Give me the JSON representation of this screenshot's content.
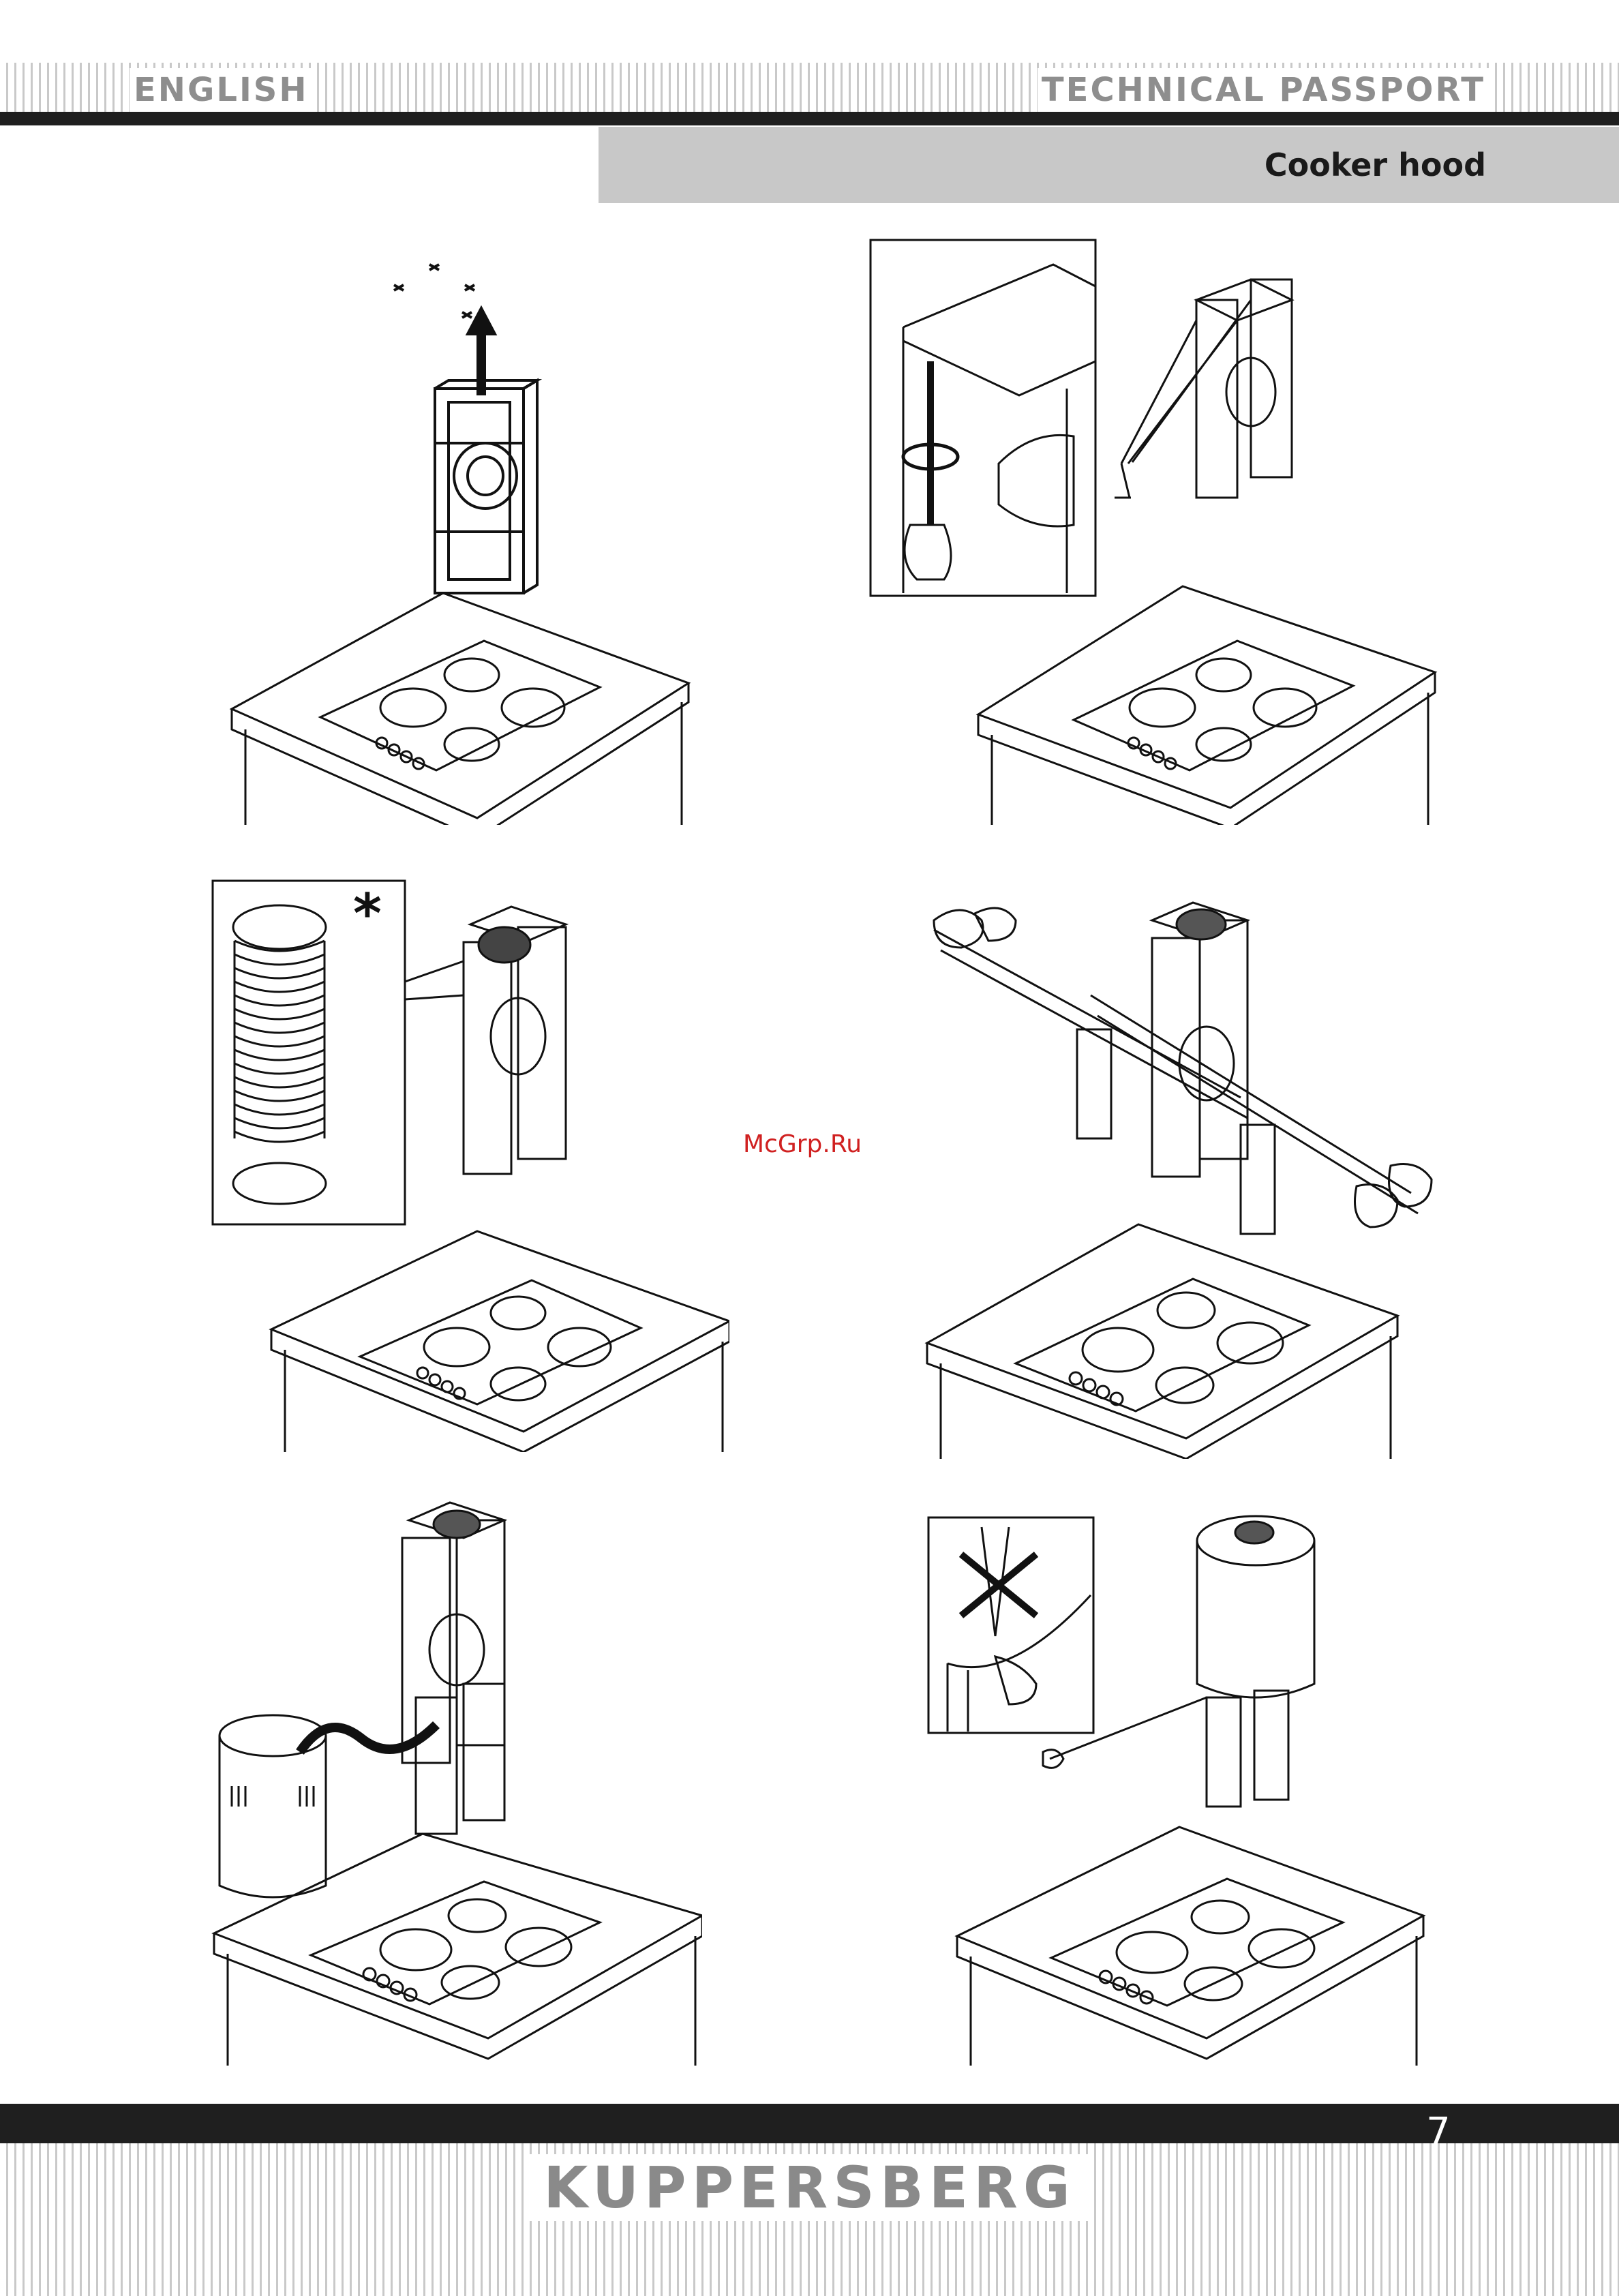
{
  "header": {
    "language": "ENGLISH",
    "document_type": "TECHNICAL PASSPORT",
    "subtitle": "Cooker hood"
  },
  "watermark": "McGrp.Ru",
  "footer": {
    "page_number": "7",
    "brand": "KUPPERSBERG"
  },
  "colors": {
    "bar": "#1f1f1f",
    "subtitle_box": "#c8c8c8",
    "header_text": "#8e8e8e",
    "watermark": "#d02020"
  },
  "figures": [
    {
      "name": "remove-cover-screws"
    },
    {
      "name": "fix-frame-to-ceiling"
    },
    {
      "name": "attach-flexible-duct"
    },
    {
      "name": "fit-side-brackets"
    },
    {
      "name": "connect-duct-to-hood"
    },
    {
      "name": "fit-cylinder-cover"
    }
  ]
}
